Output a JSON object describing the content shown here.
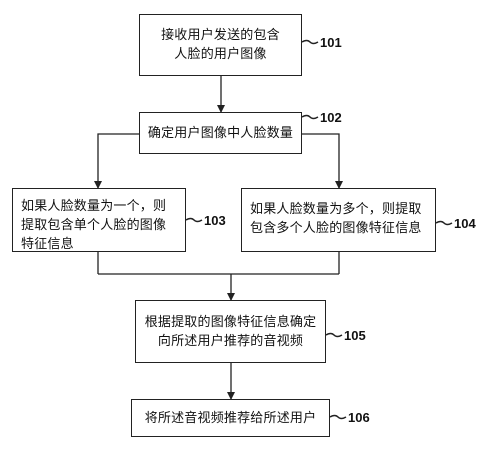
{
  "flowchart": {
    "steps": [
      {
        "id": "101",
        "text": "接收用户发送的包含人脸的用户图像"
      },
      {
        "id": "102",
        "text": "确定用户图像中人脸数量"
      },
      {
        "id": "103",
        "text": "如果人脸数量为一个，则提取包含单个人脸的图像特征信息"
      },
      {
        "id": "104",
        "text": "如果人脸数量为多个，则提取包含多个人脸的图像特征信息"
      },
      {
        "id": "105",
        "text": "根据提取的图像特征信息确定向所述用户推荐的音视频"
      },
      {
        "id": "106",
        "text": "将所述音视频推荐给所述用户"
      }
    ]
  }
}
